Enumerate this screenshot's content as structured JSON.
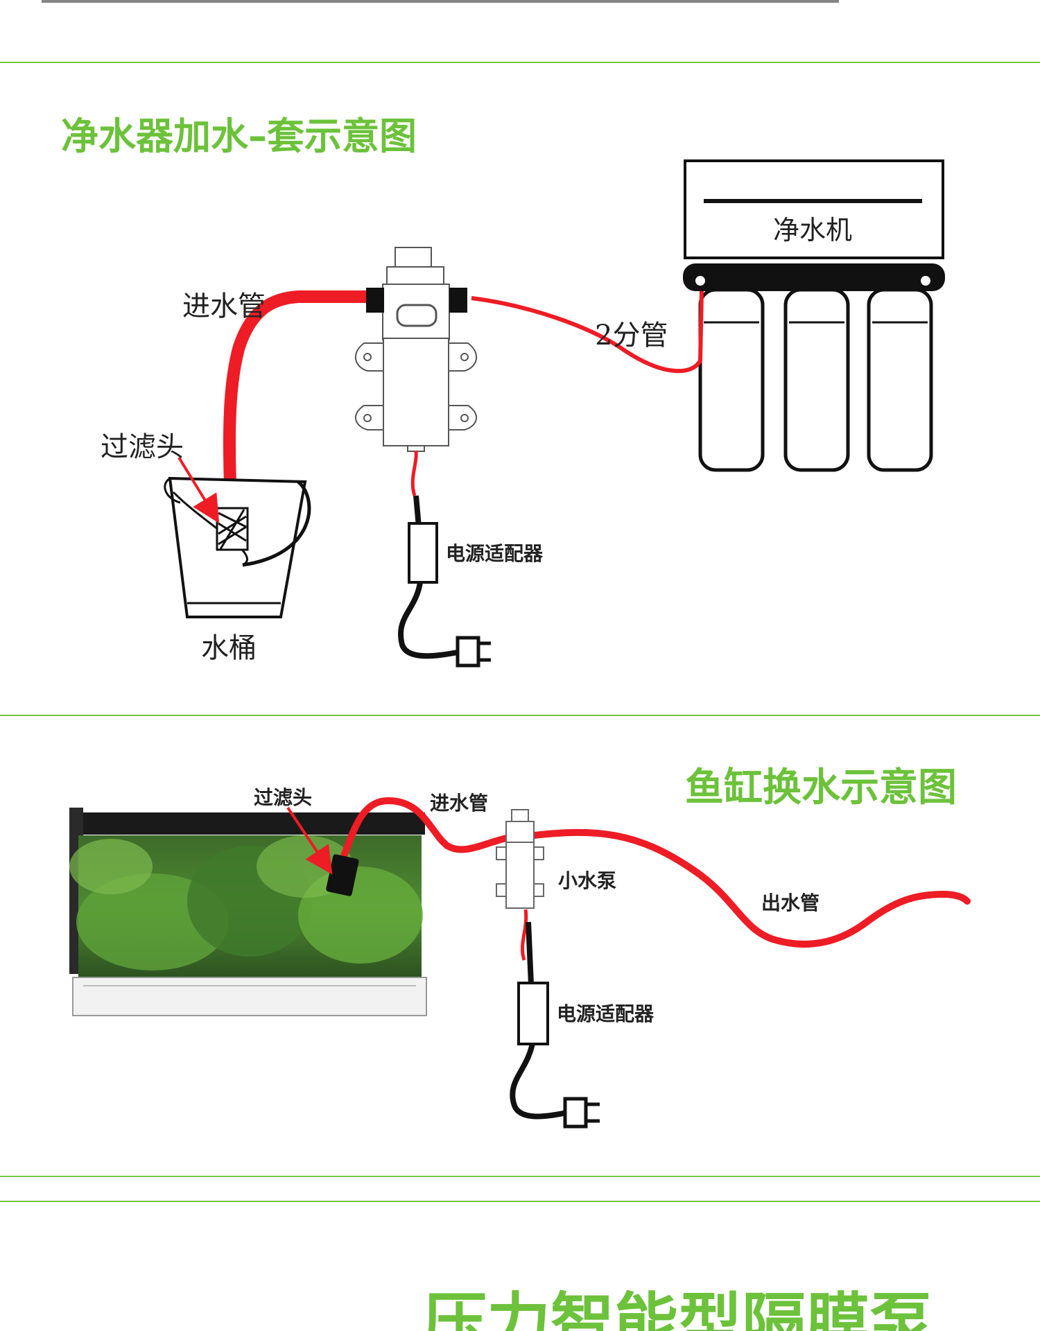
{
  "colors": {
    "accent": "#76c442",
    "title": "#6cc23a",
    "hose": "#ee1c25",
    "cord": "#111111"
  },
  "section1": {
    "title": "净水器加水–套示意图",
    "labels": {
      "purifier": "净水机",
      "inlet_hose": "进水管",
      "pipe_2fen": "2分管",
      "filter_head": "过滤头",
      "power_adapter": "电源适配器",
      "bucket": "水桶"
    }
  },
  "section2": {
    "title": "鱼缸换水示意图",
    "labels": {
      "filter_head": "过滤头",
      "inlet_hose": "进水管",
      "small_pump": "小水泵",
      "outlet_hose": "出水管",
      "power_adapter": "电源适配器"
    }
  },
  "section3": {
    "title": "压力智能型隔膜泵"
  },
  "icons": [
    "diaphragm-pump-icon",
    "plug-icon",
    "power-adapter-icon",
    "bucket-icon",
    "filter-head-icon",
    "water-purifier-icon",
    "aquarium-icon"
  ]
}
